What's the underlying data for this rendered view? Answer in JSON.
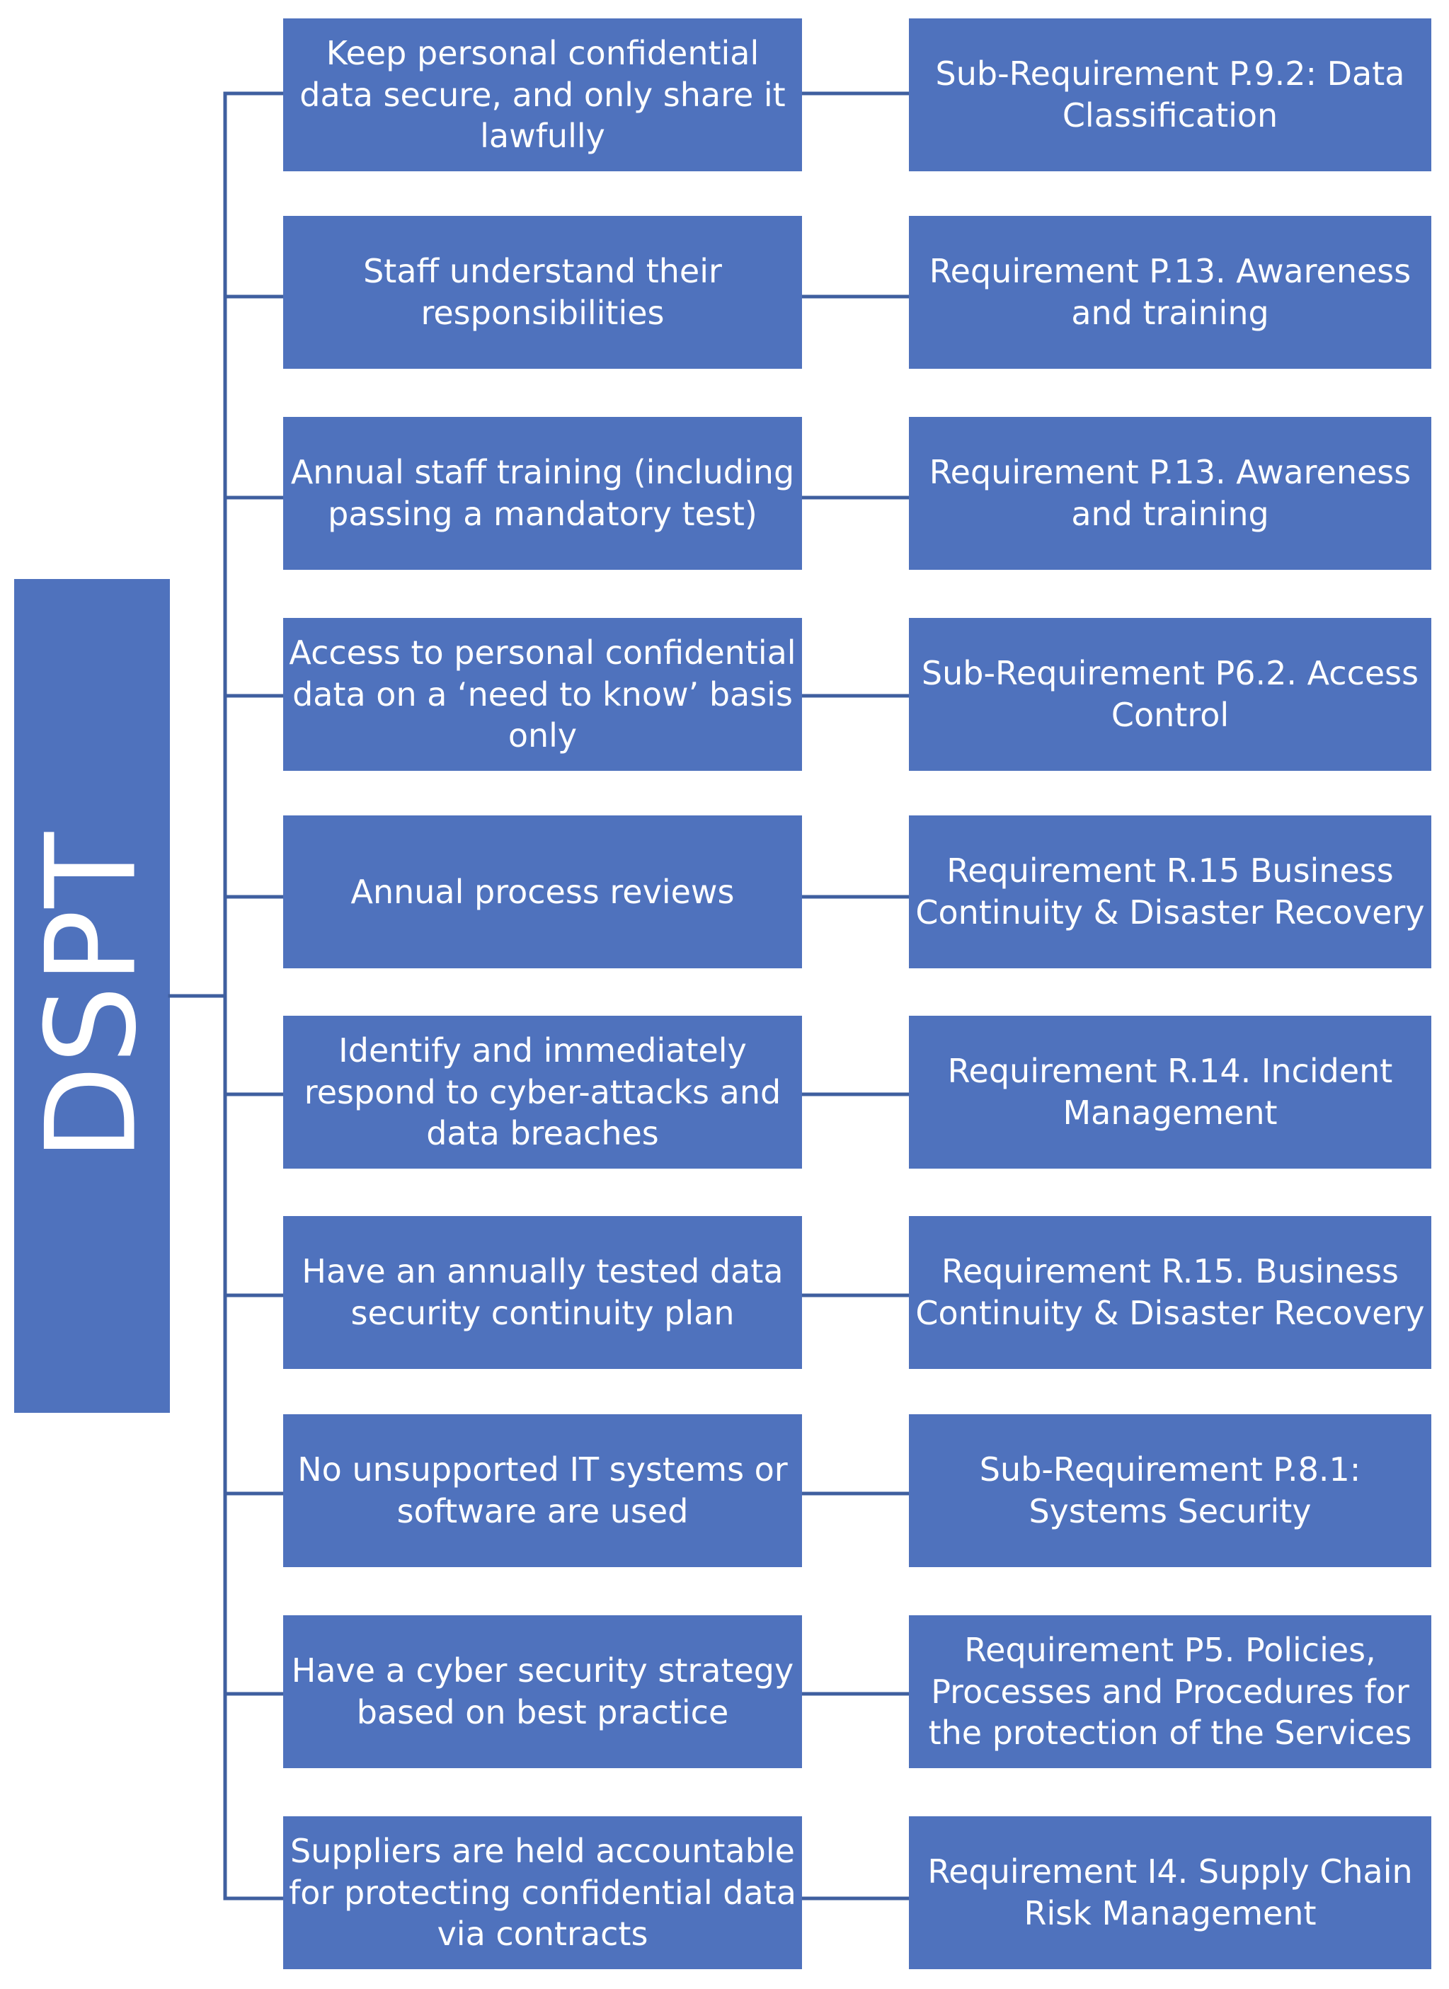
{
  "colors": {
    "box_fill": "#4f72bd",
    "connector": "#3f5f9f",
    "text": "#ffffff"
  },
  "root": {
    "label": "DSPT"
  },
  "rows": [
    {
      "goal": "Keep personal confidential data secure, and only share it lawfully",
      "requirement": "Sub-Requirement P.9.2: Data Classification"
    },
    {
      "goal": "Staff understand their responsibilities",
      "requirement": "Requirement P.13. Awareness and training"
    },
    {
      "goal": "Annual staff training (including passing a mandatory test)",
      "requirement": "Requirement P.13. Awareness and training"
    },
    {
      "goal": "Access to personal confidential data on a ‘need to know’ basis only",
      "requirement": "Sub-Requirement P6.2. Access Control"
    },
    {
      "goal": "Annual process reviews",
      "requirement": "Requirement R.15 Business Continuity & Disaster Recovery"
    },
    {
      "goal": "Identify and immediately respond to cyber-attacks and data breaches",
      "requirement": "Requirement R.14. Incident Management"
    },
    {
      "goal": "Have an annually tested data security continuity plan",
      "requirement": "Requirement R.15. Business Continuity & Disaster Recovery"
    },
    {
      "goal": "No unsupported IT systems or software are used",
      "requirement": "Sub-Requirement P.8.1: Systems Security"
    },
    {
      "goal": "Have a cyber security strategy based on best practice",
      "requirement": "Requirement P5. Policies, Processes and Procedures for the protection of the Services"
    },
    {
      "goal": "Suppliers are held accountable for protecting confidential data via contracts",
      "requirement": "Requirement I4. Supply Chain Risk Management"
    }
  ]
}
